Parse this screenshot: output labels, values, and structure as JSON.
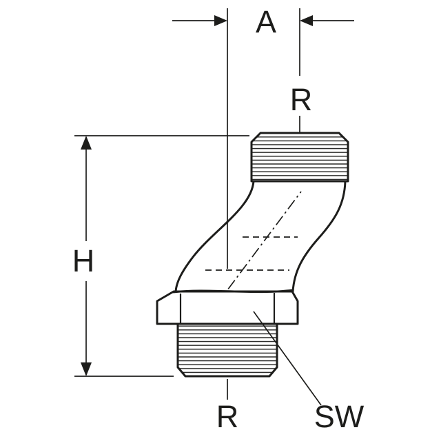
{
  "labels": {
    "offset": "A",
    "thread_top": "R",
    "height": "H",
    "thread_bottom": "R",
    "wrench": "SW"
  },
  "colors": {
    "line": "#1d1d1b",
    "background": "#ffffff"
  }
}
